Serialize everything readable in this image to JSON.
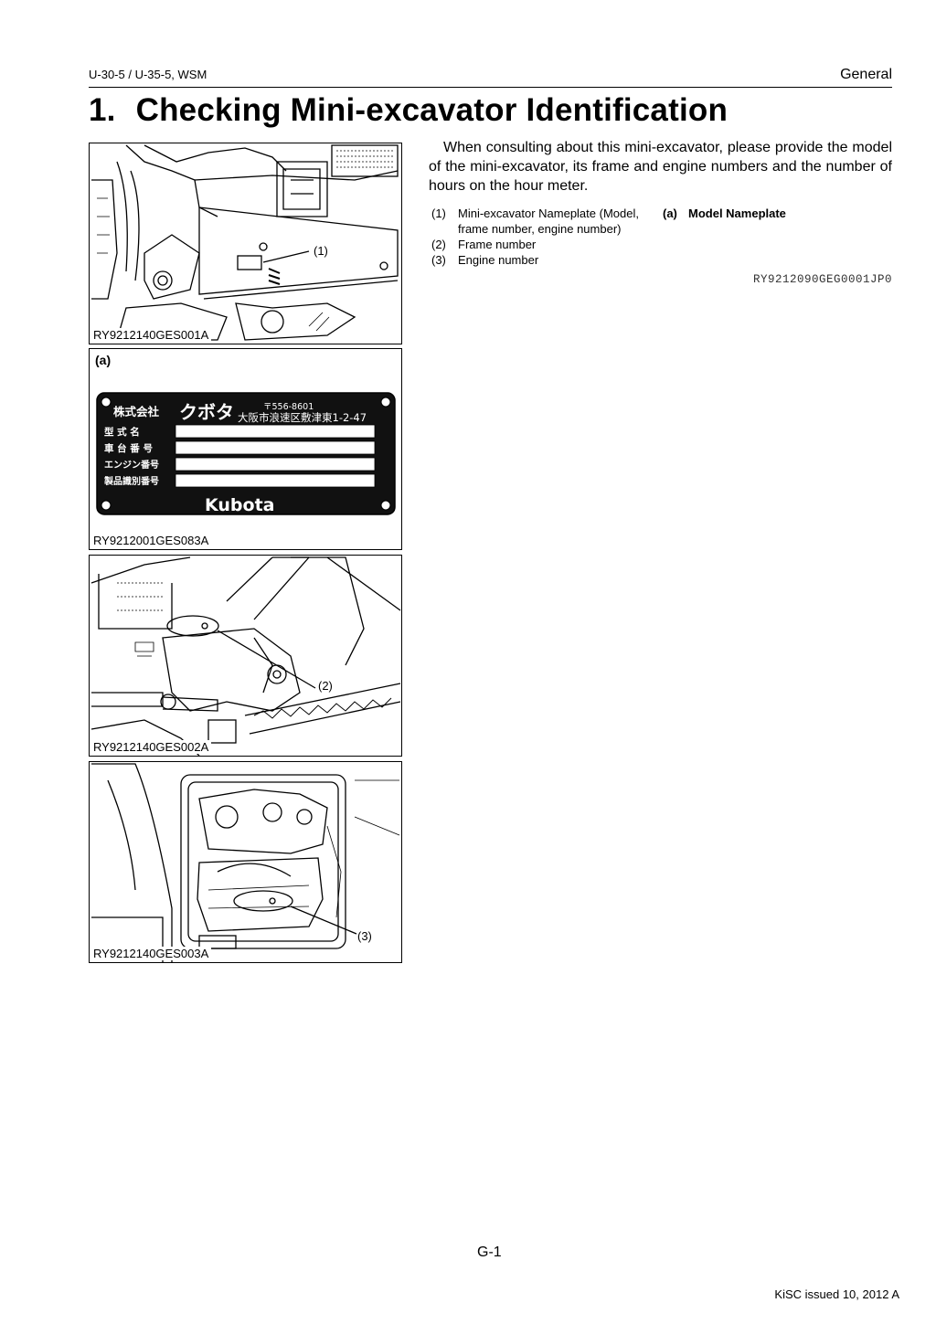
{
  "header": {
    "left": "U-30-5 / U-35-5, WSM",
    "right": "General"
  },
  "title": {
    "number": "1.",
    "text": "Checking Mini-excavator Identification"
  },
  "figures": {
    "fig1": {
      "code": "RY9212140GES001A",
      "callout": "(1)"
    },
    "fig_a": {
      "tag": "(a)",
      "code": "RY9212001GES083A",
      "plate": {
        "company": "株式会社",
        "brand_kana": "クボタ",
        "postal": "〒556-8601",
        "address": "大阪市浪速区敷津東1-2-47",
        "rows": [
          "型 式 名",
          "車 台 番 号",
          "エンジン番号",
          "製品識別番号"
        ],
        "logo": "Kubota"
      }
    },
    "fig2": {
      "code": "RY9212140GES002A",
      "callout": "(2)"
    },
    "fig3": {
      "code": "RY9212140GES003A",
      "callout": "(3)"
    }
  },
  "body": {
    "intro": "When consulting about this mini-excavator, please provide the model of the mini-excavator, its frame and engine numbers and the number of hours on the hour meter.",
    "legend": [
      {
        "num": "(1)",
        "text": "Mini-excavator Nameplate (Model, frame number, engine number)"
      },
      {
        "num": "(2)",
        "text": "Frame number"
      },
      {
        "num": "(3)",
        "text": "Engine number"
      }
    ],
    "legend_right": {
      "num": "(a)",
      "text": "Model Nameplate"
    },
    "ref_code": "RY9212090GEG0001JP0"
  },
  "footer": {
    "page": "G-1",
    "issued": "KiSC issued 10, 2012 A"
  }
}
